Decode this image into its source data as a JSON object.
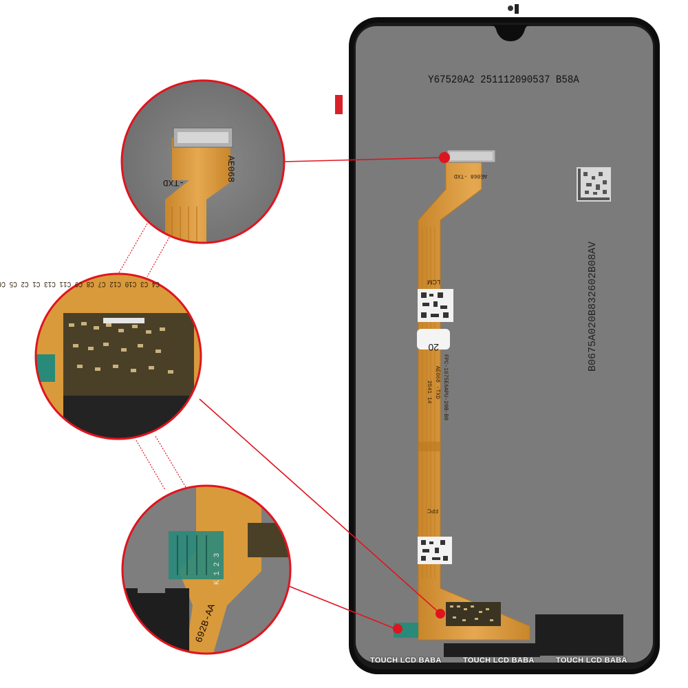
{
  "panel": {
    "top_serial": "Y67520A2 251112090537 B58A",
    "side_serial": "B0675A020B832602B08AV"
  },
  "flex": {
    "connector_mark": "AE068 -TXD",
    "lcm_label": "LCM",
    "center_badge": "20",
    "part_line1": "FPC-1675E6APU-20B-B0",
    "part_line2": "AE068  -TXD",
    "part_line3": "2541 14",
    "fpc_label": "FPC"
  },
  "zoom": {
    "top_mark_a": "AE068",
    "top_mark_b": "-TXD",
    "mid_components": "C4 C3 C10 C12 C7 C8 C9 C11 C13 C1 C2 C5 C6",
    "bottom_mark": "692B-AA",
    "bottom_pins": "K 1 2 3"
  },
  "watermark": {
    "items": [
      "TOUCH LCD BABA",
      "TOUCH LCD BABA",
      "TOUCH LCD BABA"
    ]
  },
  "colors": {
    "accent": "#e0141e",
    "flex": "#d99a3c",
    "screen": "#7a7a7a",
    "bezel": "#111111"
  }
}
